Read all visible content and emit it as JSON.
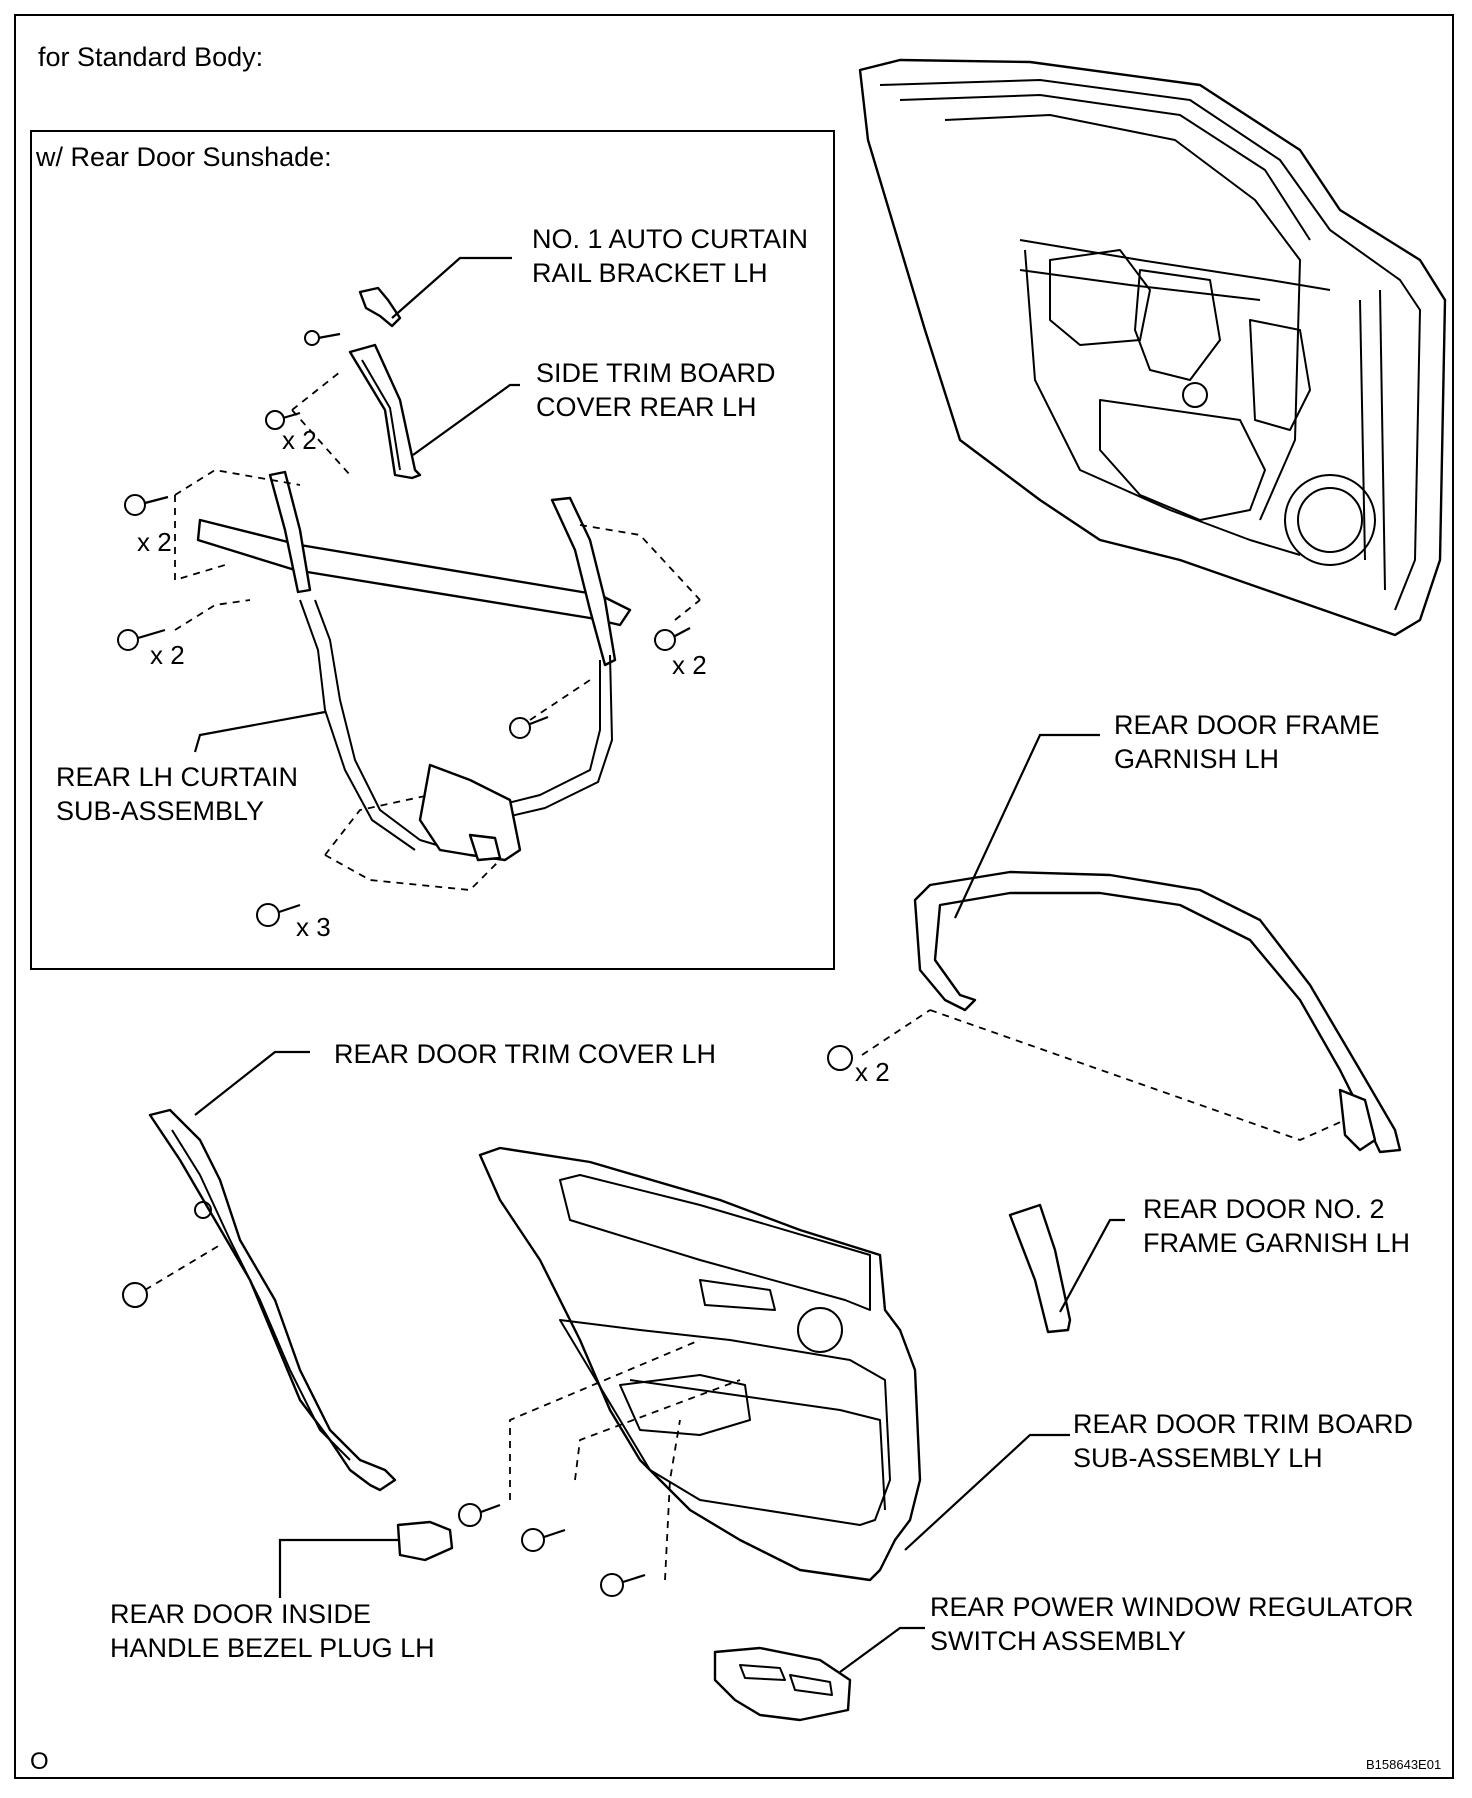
{
  "header": {
    "body_type": "for Standard Body:",
    "inset_title": "w/ Rear Door Sunshade:"
  },
  "labels": {
    "rail_bracket": [
      "NO. 1 AUTO CURTAIN",
      "RAIL BRACKET LH"
    ],
    "side_trim_cover": [
      "SIDE TRIM BOARD",
      "COVER REAR LH"
    ],
    "curtain_sub_assy": [
      "REAR LH CURTAIN",
      "SUB-ASSEMBLY"
    ],
    "frame_garnish": [
      "REAR DOOR FRAME",
      "GARNISH LH"
    ],
    "trim_cover": [
      "REAR DOOR TRIM COVER LH"
    ],
    "no2_frame_garnish": [
      "REAR DOOR NO. 2",
      "FRAME GARNISH LH"
    ],
    "trim_board": [
      "REAR DOOR TRIM BOARD",
      "SUB-ASSEMBLY LH"
    ],
    "bezel_plug": [
      "REAR DOOR INSIDE",
      "HANDLE BEZEL PLUG LH"
    ],
    "window_switch": [
      "REAR POWER WINDOW REGULATOR",
      "SWITCH ASSEMBLY"
    ]
  },
  "quantities": {
    "cover_screws": "x 2",
    "upper_left_screws": "x 2",
    "left_bolts": "x 2",
    "right_screws": "x 2",
    "motor_bolts": "x 3",
    "garnish_clips": "x 2"
  },
  "footer": {
    "left_mark": "O",
    "figure_id": "B158643E01"
  }
}
